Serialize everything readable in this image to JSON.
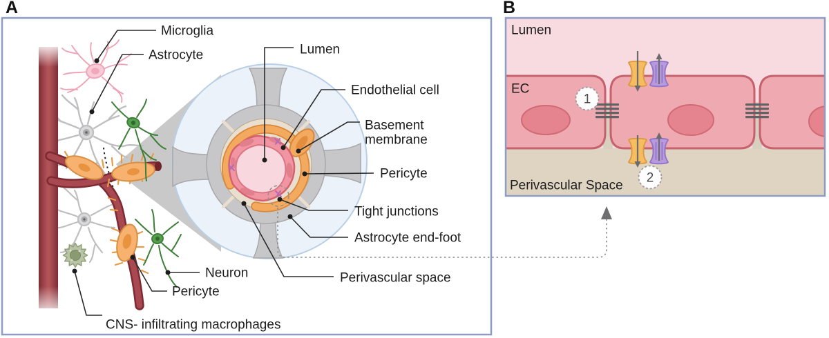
{
  "figure": {
    "type": "biology-schematic",
    "subject": "blood-brain barrier / neurovascular unit"
  },
  "colors": {
    "panel_border": "#8c9cc2",
    "label_text": "#1c1c1c",
    "lumen_pink": "#f8dbe0",
    "ec_pink": "#efa9b0",
    "membrane_line": "#c6616d",
    "nucleus_pink": "#e5838e",
    "perivascular_tan": "#ded4c1",
    "inset_perivascular_tan": "#eadfce",
    "transporter_orange": "#f5bc60",
    "transporter_purple": "#b79ade",
    "vessel_red": "#a84850",
    "vessel_dark": "#7e2a32",
    "pericyte_orange": "#f3aa5f",
    "astrocyte_gray": "#c7c7c9",
    "neuron_green": "#55a04e",
    "microglia_pink": "#f8cbd7",
    "macrophage_green": "#b9c3a6",
    "inset_circle_blue": "#ecf2fa",
    "junction_gray": "#606164"
  },
  "panel_a": {
    "letter": "A",
    "labels": {
      "microglia": "Microglia",
      "astrocyte": "Astrocyte",
      "neuron": "Neuron",
      "pericyte_left": "Pericyte",
      "cns_macrophages": "CNS- infiltrating macrophages",
      "lumen": "Lumen",
      "endothelial_cell": "Endothelial cell",
      "basement_line1": "Basement",
      "basement_line2": "membrane",
      "pericyte": "Pericyte",
      "tight_junctions": "Tight junctions",
      "astrocyte_end_foot": "Astrocyte end-foot",
      "perivascular_space": "Perivascular space"
    }
  },
  "panel_b": {
    "letter": "B",
    "labels": {
      "lumen": "Lumen",
      "ec": "EC",
      "perivascular_space": "Perivascular Space"
    },
    "steps": {
      "one": "1",
      "two": "2"
    }
  }
}
